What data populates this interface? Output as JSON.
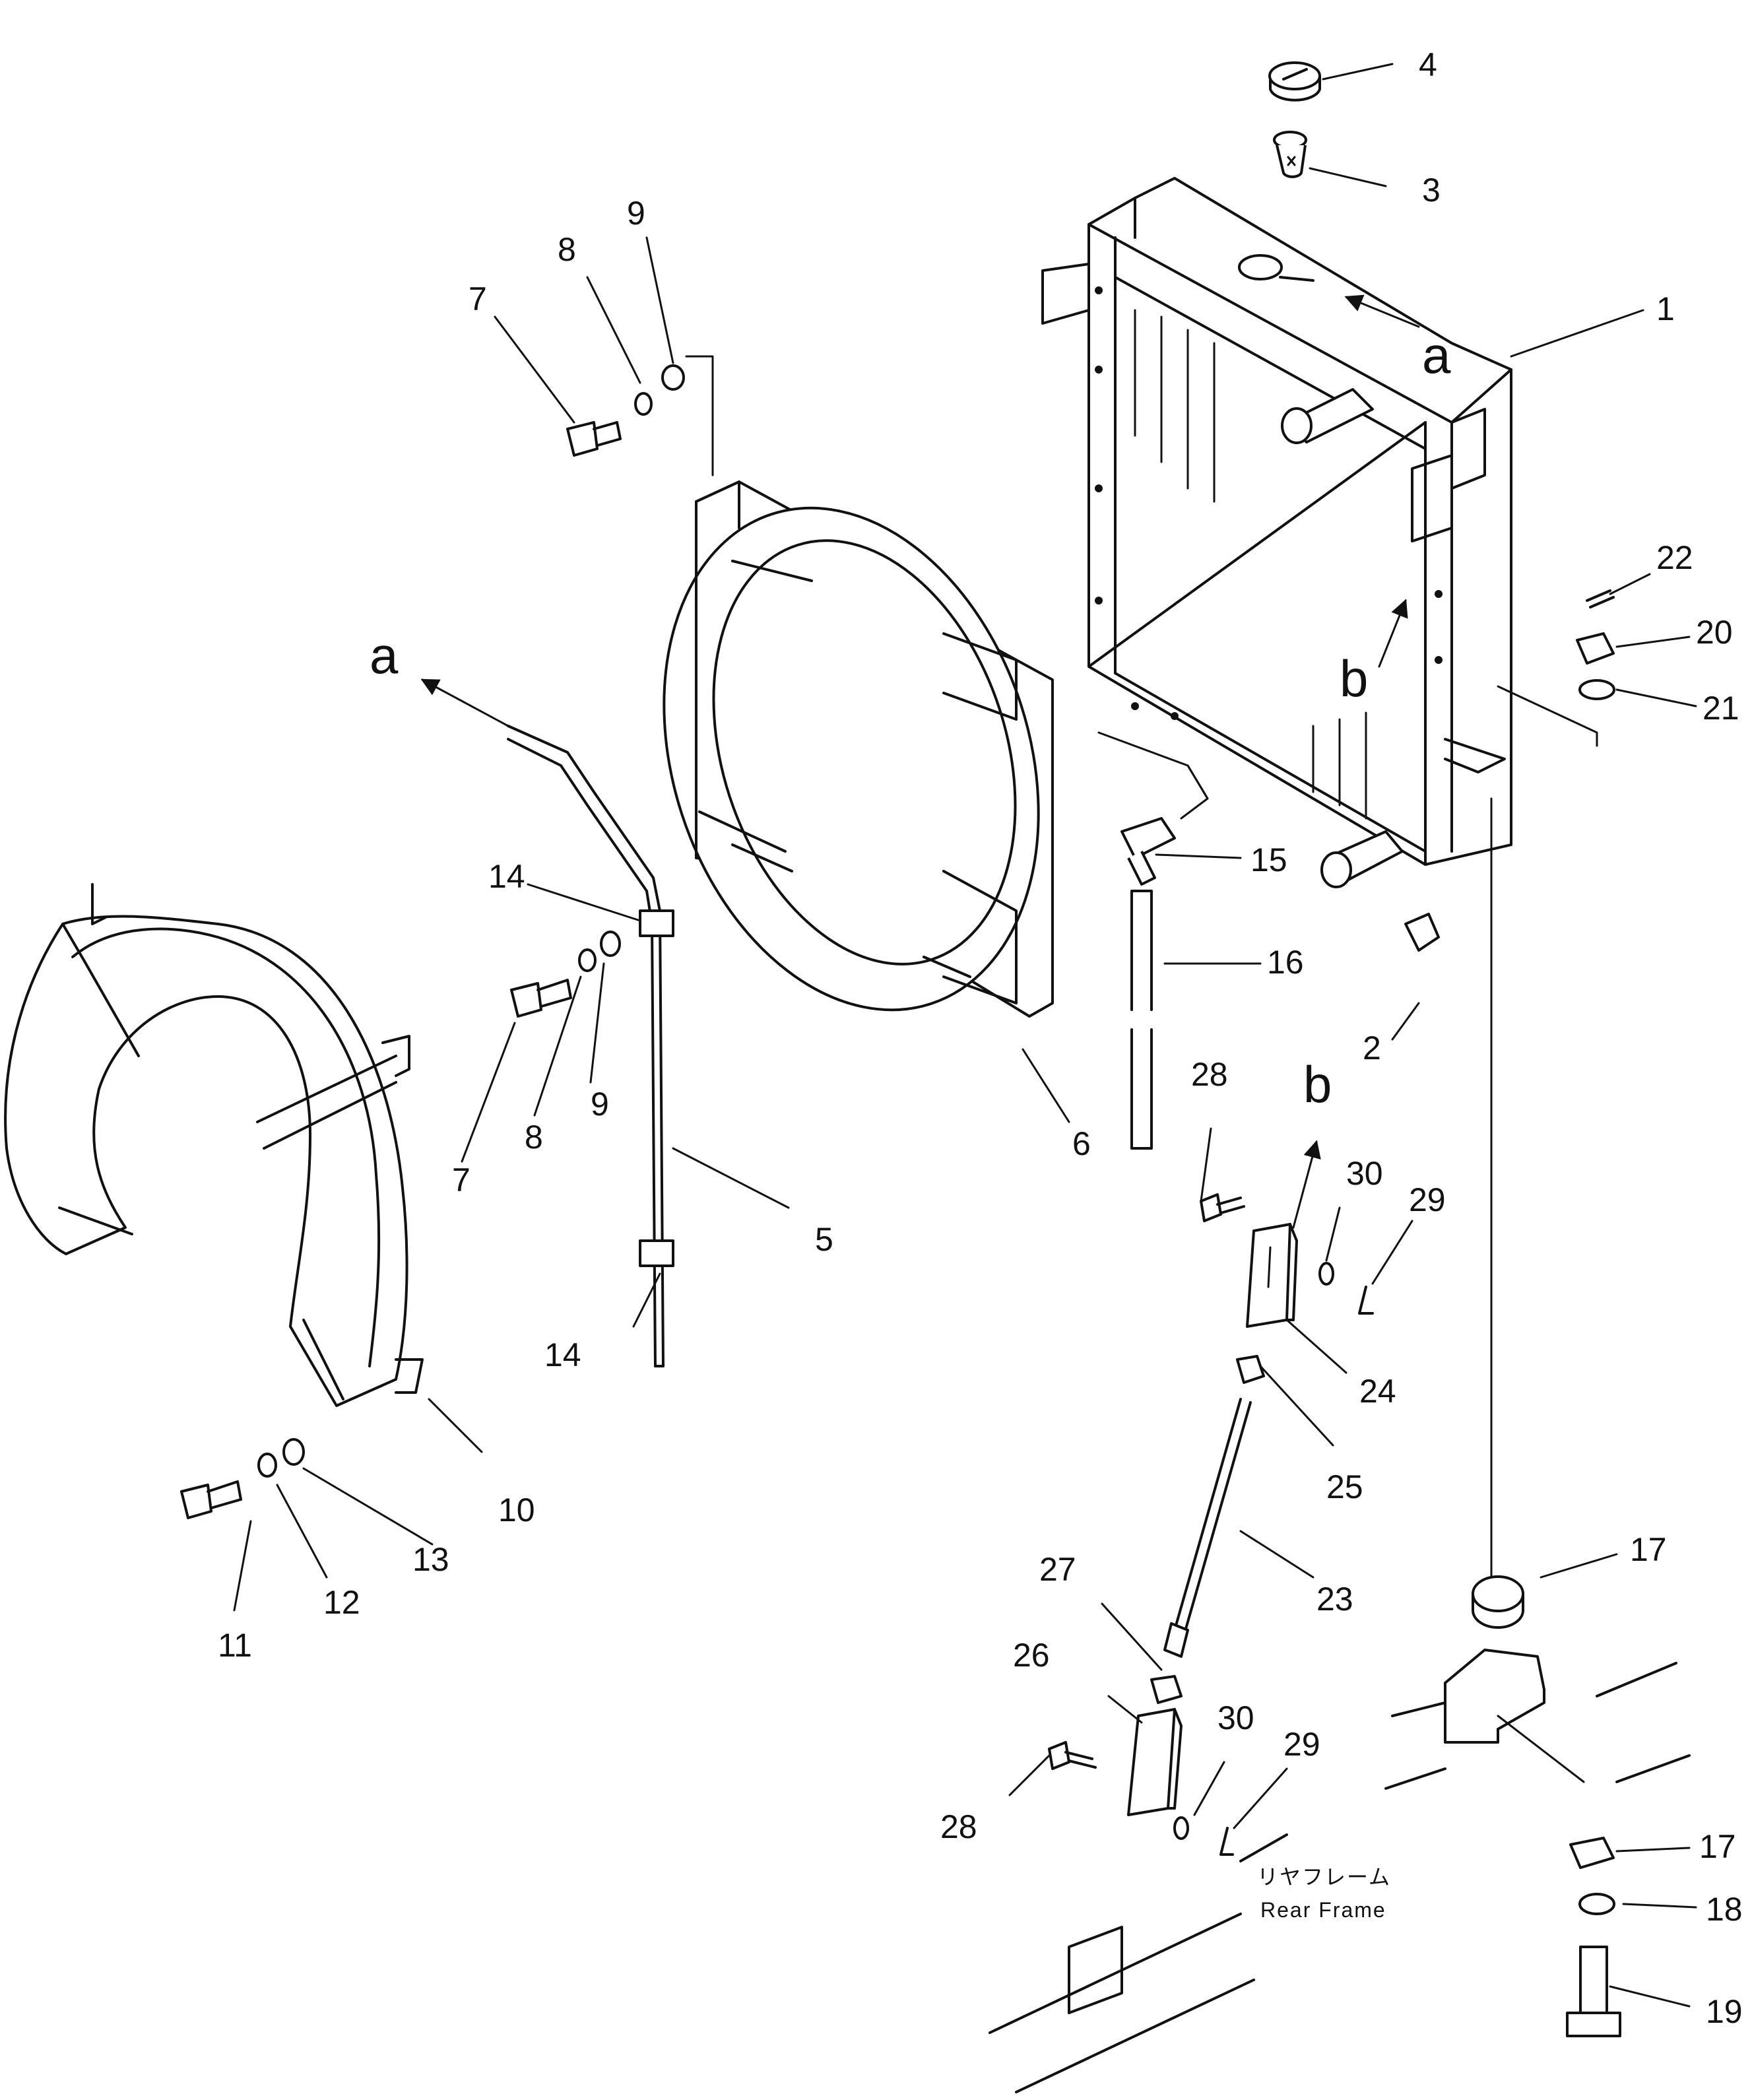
{
  "callouts": {
    "n1": "1",
    "n2": "2",
    "n3": "3",
    "n4": "4",
    "n5": "5",
    "n6": "6",
    "n7a": "7",
    "n7b": "7",
    "n8a": "8",
    "n8b": "8",
    "n9a": "9",
    "n9b": "9",
    "n10": "10",
    "n11": "11",
    "n12": "12",
    "n13": "13",
    "n14a": "14",
    "n14b": "14",
    "n15": "15",
    "n16": "16",
    "n17a": "17",
    "n17b": "17",
    "n18": "18",
    "n19": "19",
    "n20": "20",
    "n21": "21",
    "n22": "22",
    "n23": "23",
    "n24": "24",
    "n25": "25",
    "n26": "26",
    "n27": "27",
    "n28a": "28",
    "n28b": "28",
    "n29a": "29",
    "n29b": "29",
    "n30a": "30",
    "n30b": "30"
  },
  "refs": {
    "a1": "a",
    "a2": "a",
    "b1": "b",
    "b2": "b"
  },
  "rear_frame": {
    "jp": "リヤフレーム",
    "en": "Rear Frame"
  }
}
